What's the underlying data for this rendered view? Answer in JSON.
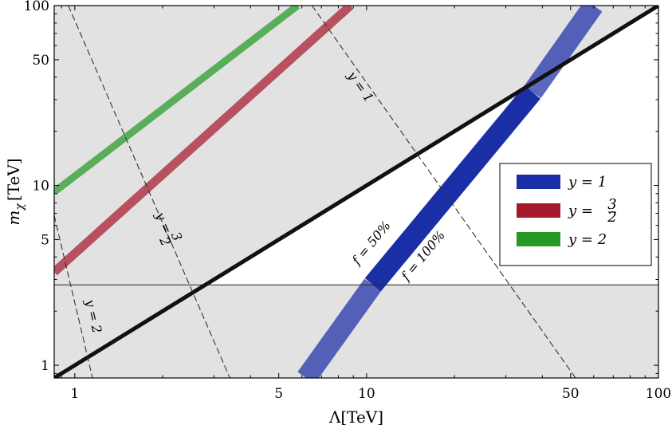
{
  "chart_data": {
    "type": "line",
    "xlabel": "Λ[TeV]",
    "ylabel": "mχ [TeV]",
    "ylabel_base": "m",
    "ylabel_sub": "χ",
    "ylabel_unit": "[TeV]",
    "xscale": "log",
    "yscale": "log",
    "xlim": [
      0.85,
      100
    ],
    "ylim": [
      0.85,
      100
    ],
    "xticks": [
      1,
      5,
      10,
      50,
      100
    ],
    "xticklabels": [
      "1",
      "5",
      "10",
      "50",
      "100"
    ],
    "yticks": [
      1,
      5,
      10,
      50,
      100
    ],
    "yticklabels": [
      "1",
      "5",
      "10",
      "50",
      "100"
    ],
    "colors": {
      "shade": "#e2e2e2",
      "blue": "#1a2fa6",
      "red": "#a6172c",
      "green": "#249a24",
      "black": "#111111"
    },
    "bands": [
      {
        "name": "y = 1",
        "color": "#1a2fa6",
        "points": [
          [
            6.2,
            0.85
          ],
          [
            10.5,
            2.8
          ],
          [
            37,
            33
          ],
          [
            60,
            100
          ]
        ]
      },
      {
        "name": "y = 3/2",
        "color": "#a6172c",
        "points": [
          [
            0.85,
            3.3
          ],
          [
            8.8,
            100
          ]
        ]
      },
      {
        "name": "y = 2",
        "color": "#249a24",
        "points": [
          [
            0.85,
            9.2
          ],
          [
            5.8,
            100
          ]
        ]
      }
    ],
    "black_line": {
      "points": [
        [
          0.85,
          0.85
        ],
        [
          100,
          100
        ]
      ]
    },
    "horizontal_line": {
      "y": 2.8
    },
    "dashed_lines": [
      {
        "label": "y = 1",
        "points": [
          [
            6.5,
            100
          ],
          [
            52,
            0.85
          ]
        ]
      },
      {
        "label": "y = 3/2",
        "points": [
          [
            0.95,
            100
          ],
          [
            3.4,
            0.85
          ]
        ]
      },
      {
        "label": "y = 2",
        "points": [
          [
            0.85,
            6.8
          ],
          [
            1.15,
            0.85
          ]
        ]
      }
    ],
    "band_annotations": [
      {
        "text": "f = 50%"
      },
      {
        "text": "f = 100%"
      }
    ],
    "dashed_annotations": [
      {
        "text": "y = 1"
      },
      {
        "text": "y = 3/2",
        "base": "y = ",
        "num": "3",
        "den": "2"
      },
      {
        "text": "y = 2"
      }
    ],
    "legend": {
      "placement": "right",
      "entries": [
        {
          "label": "y = 1",
          "color": "#1a2fa6"
        },
        {
          "label": "y = 3/2",
          "base": "y = ",
          "num": "3",
          "den": "2",
          "color": "#a6172c"
        },
        {
          "label": "y = 2",
          "color": "#249a24"
        }
      ]
    }
  }
}
